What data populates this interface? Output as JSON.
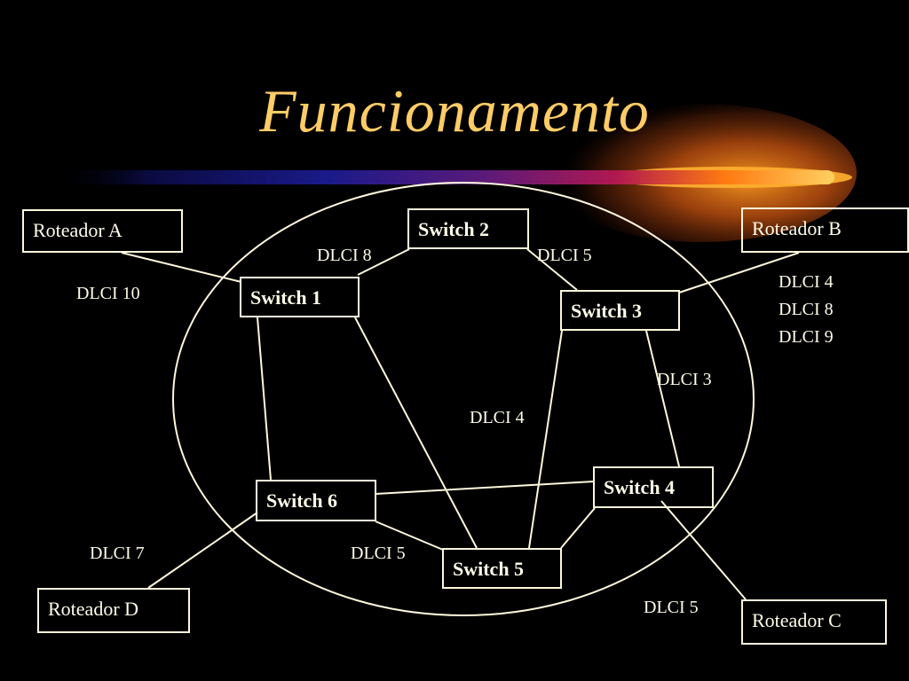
{
  "title": "Funcionamento",
  "colors": {
    "background": "#000000",
    "title": "#ffcc66",
    "lines": "#fff8dc",
    "text": "#fffde8"
  },
  "nodes": {
    "roteador_a": "Roteador A",
    "roteador_b": "Roteador B",
    "roteador_c": "Roteador C",
    "roteador_d": "Roteador D",
    "switch_1": "Switch 1",
    "switch_2": "Switch 2",
    "switch_3": "Switch 3",
    "switch_4": "Switch 4",
    "switch_5": "Switch 5",
    "switch_6": "Switch 6"
  },
  "labels": {
    "dlci_a": "DLCI 10",
    "dlci_s1_s2": "DLCI 8",
    "dlci_s2_s3": "DLCI 5",
    "dlci_b": [
      "DLCI 4",
      "DLCI 8",
      "DLCI 9"
    ],
    "dlci_s3_s4": "DLCI 3",
    "dlci_center": "DLCI 4",
    "dlci_d": "DLCI 7",
    "dlci_s6_s5": "DLCI 5",
    "dlci_c": "DLCI 5"
  }
}
